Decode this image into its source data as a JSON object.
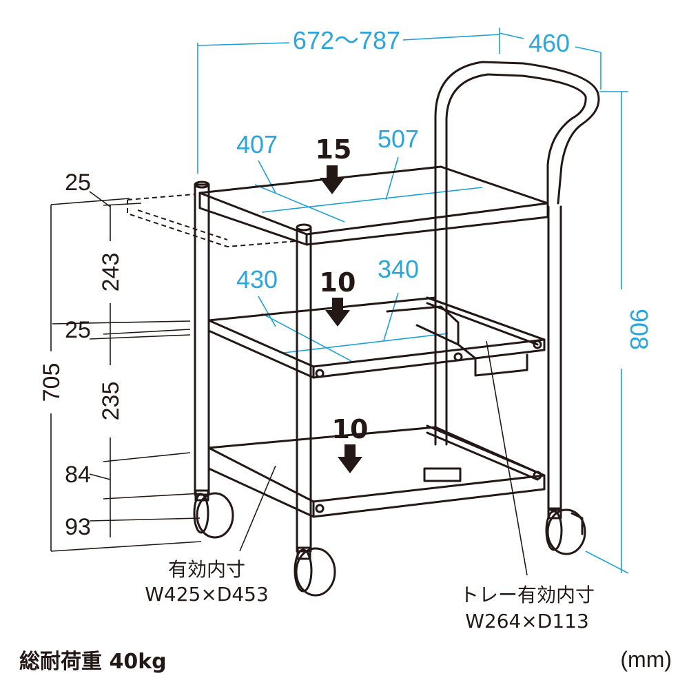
{
  "dimensions": {
    "total_width": "672～787",
    "depth": "460",
    "total_height": "908",
    "shelf_height": "705",
    "top_board_thickness": "25",
    "top_gap": "243",
    "middle_board_thickness": "25",
    "middle_gap": "235",
    "bottom_tray": "84",
    "caster_height": "93",
    "top_shelf_width": "507",
    "top_shelf_depth": "407",
    "middle_shelf_width": "340",
    "middle_shelf_depth": "430"
  },
  "loads": {
    "top": "15",
    "middle": "10",
    "bottom": "10"
  },
  "notes": {
    "inner_label": "有効内寸",
    "inner_size": "W425×D453",
    "tray_label": "トレー有効内寸",
    "tray_size": "W264×D113"
  },
  "footer": {
    "total_load": "総耐荷重 40kg",
    "unit": "(mm)"
  },
  "colors": {
    "line": "#231815",
    "dimension_blue": "#29a6dd"
  }
}
